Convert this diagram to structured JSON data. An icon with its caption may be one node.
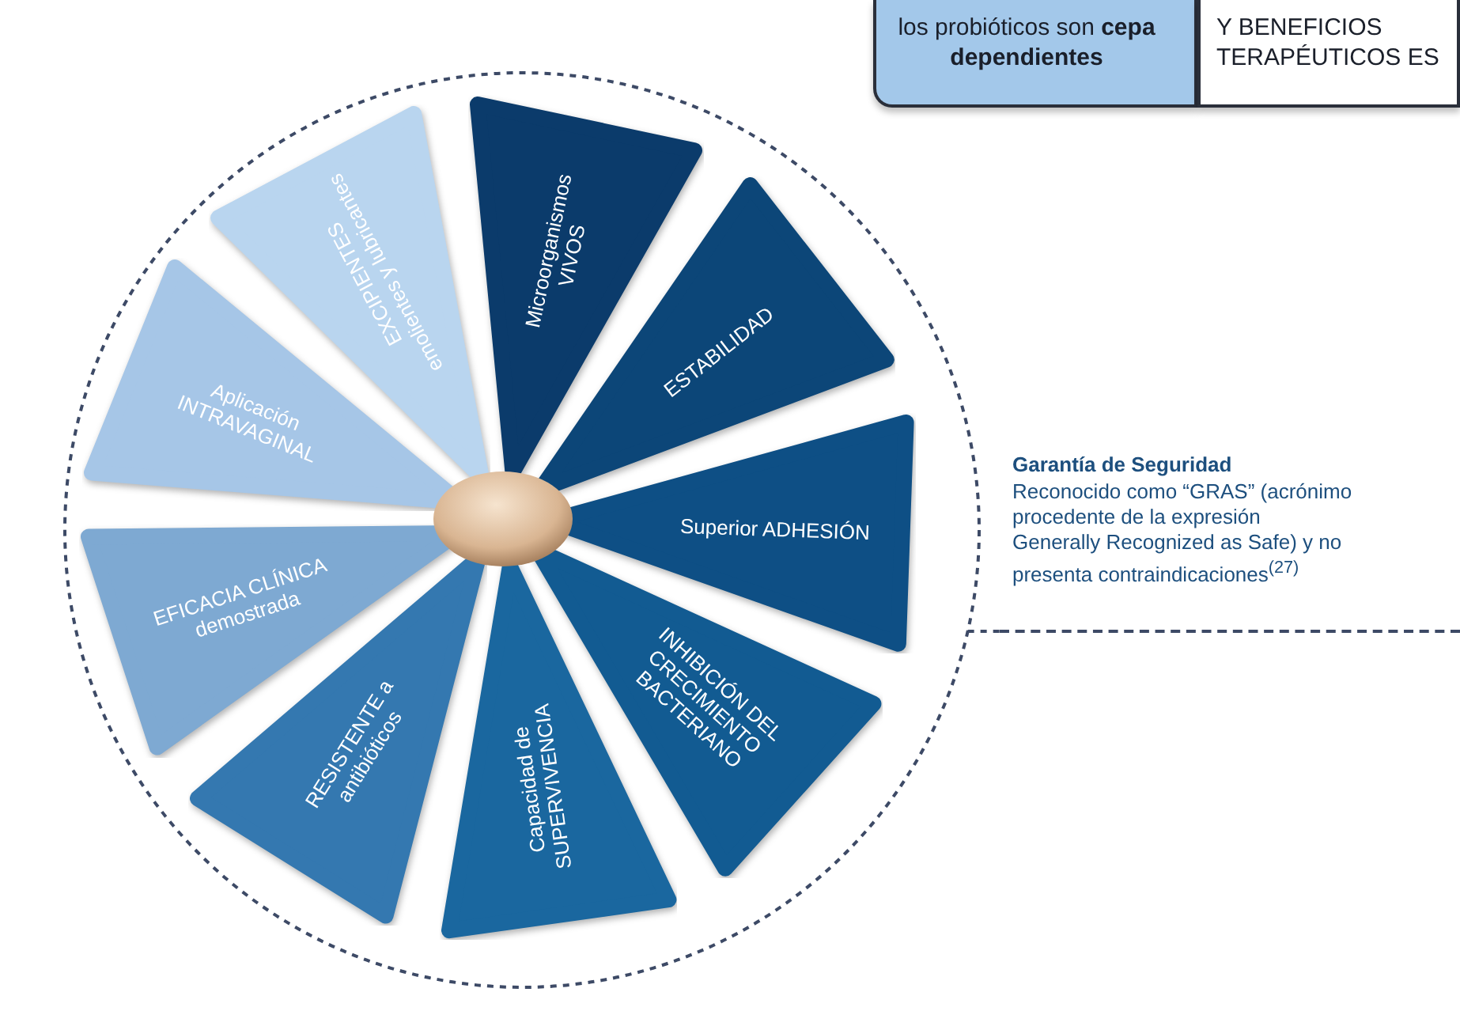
{
  "diagram": {
    "nodes": [
      {
        "text": [
          "los probióticos son **cepa dependientes**"
        ]
      },
      {
        "text": [
          "Y BENEFICIOS TERAPÉUTICOS ES"
        ]
      },
      {
        "text": [],
        "shape": "circle"
      },
      {
        "text": [],
        "shape": "ellipse",
        "in": 2
      },
      {
        "text": [
          "Microorganismos VIVOS"
        ],
        "in": 2
      },
      {
        "text": [
          "ESTABILIDAD"
        ],
        "in": 2
      },
      {
        "text": [
          "Superior ADHESIÓN"
        ],
        "in": 2
      },
      {
        "text": [
          "INHIBICIÓN DEL CRECIMIENTO BACTERIANO"
        ],
        "in": 2
      },
      {
        "text": [
          "Capacidad de SUPERVIVENCIA"
        ],
        "in": 2
      },
      {
        "text": [
          "RESISTENTE a antibióticos"
        ],
        "in": 2
      },
      {
        "text": [
          "EFICACIA CLÍNICA demostrada"
        ],
        "in": 2
      },
      {
        "text": [
          "Aplicación INTRAVAGINAL"
        ],
        "in": 2
      },
      {
        "text": [
          "EXCIPIENTES emolientes y lubricantes"
        ],
        "in": 2
      },
      {
        "text": [
          "Garantía de Seguridad",
          "Reconocido como “GRAS” (acrónimo procedente de la expresión Generally Recognized as Safe) y no presenta contraindicaciones$^{(27)}$"
        ]
      }
    ],
    "edges": [
      {
        "from": 2,
        "to": 13,
        "arrow": "none",
        "style": "dashed"
      }
    ]
  }
}
